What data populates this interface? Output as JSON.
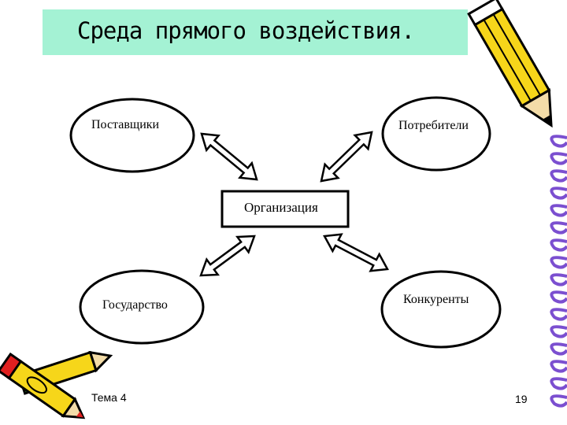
{
  "slide": {
    "title": "Среда прямого воздействия.",
    "footer_left": "Тема 4",
    "page_number": "19"
  },
  "diagram": {
    "center": "Организация",
    "nodes": {
      "suppliers": "Поставщики",
      "consumers": "Потребители",
      "state": "Государство",
      "competitors": "Конкуренты"
    }
  },
  "colors": {
    "title_bg": "#a4f2d4",
    "stroke": "#000000",
    "pencil_yellow": "#f6d61a",
    "pencil_red": "#e02020",
    "pencil_green": "#2aa02a",
    "notebook_purple": "#7b4fd0"
  },
  "icons": [
    "pencil-icon",
    "crossed-pencils-icon",
    "notebook-binding-icon"
  ]
}
